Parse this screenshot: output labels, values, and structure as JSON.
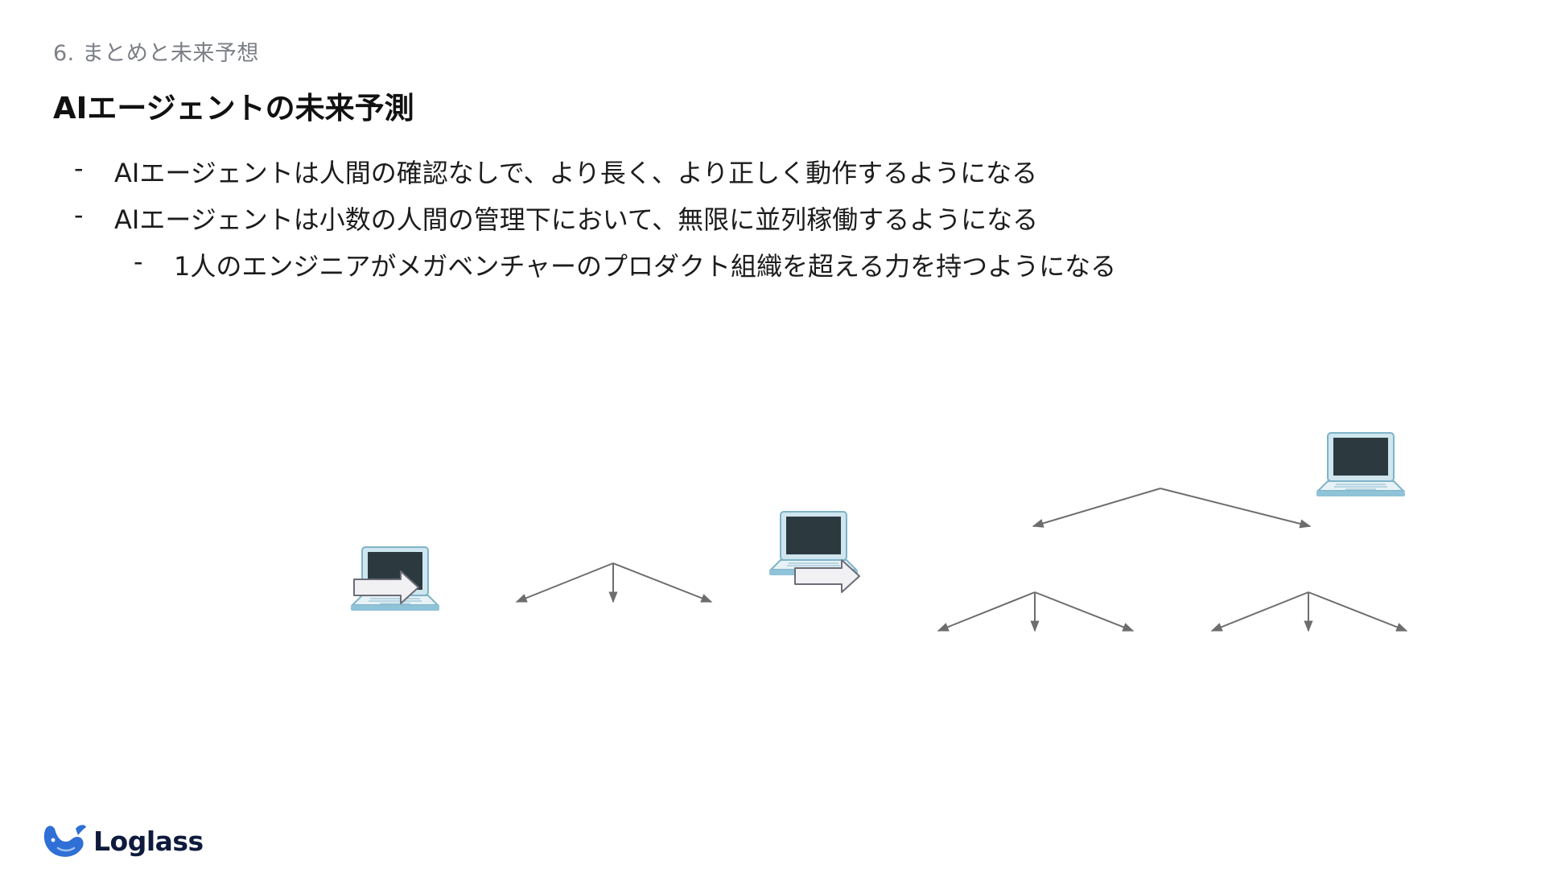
{
  "header": {
    "section": "6. まとめと未来予想",
    "title": "AIエージェントの未来予測"
  },
  "bullets": [
    {
      "dash": "-",
      "text": "AIエージェントは人間の確認なしで、より長く、より正しく動作するようになる"
    },
    {
      "dash": "-",
      "text": "AIエージェントは小数の人間の管理下において、無限に並列稼働するようになる"
    },
    {
      "dash": "-",
      "text": "1人のエンジニアがメガベンチャーのプロダクト組織を超える力を持つようになる"
    }
  ],
  "diagram": {
    "icons": [
      "laptop-icon",
      "arrow-right-icon"
    ],
    "colors": {
      "arrow_line": "#6d6d6d",
      "laptop_body": "#8fc3d8",
      "laptop_screen": "#2c3a40"
    }
  },
  "brand": {
    "name": "Loglass",
    "colors": {
      "whale": "#2f6fd6",
      "text": "#0f1b3d"
    }
  }
}
